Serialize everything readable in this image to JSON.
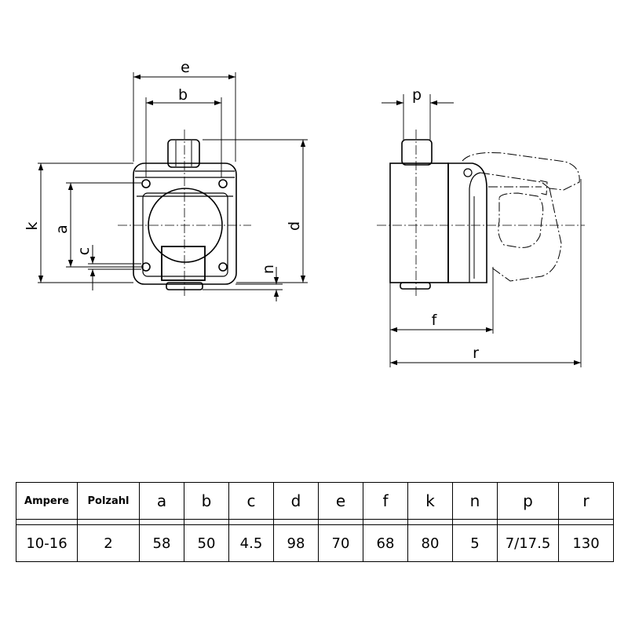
{
  "drawing": {
    "labels": {
      "e": "e",
      "b": "b",
      "k": "k",
      "a": "a",
      "c": "c",
      "d": "d",
      "n": "n",
      "p": "p",
      "f": "f",
      "r": "r"
    }
  },
  "table": {
    "headers": [
      "Ampere",
      "Polzahl",
      "a",
      "b",
      "c",
      "d",
      "e",
      "f",
      "k",
      "n",
      "p",
      "r"
    ],
    "values": [
      "10-16",
      "2",
      "58",
      "50",
      "4.5",
      "98",
      "70",
      "68",
      "80",
      "5",
      "7/17.5",
      "130"
    ]
  }
}
